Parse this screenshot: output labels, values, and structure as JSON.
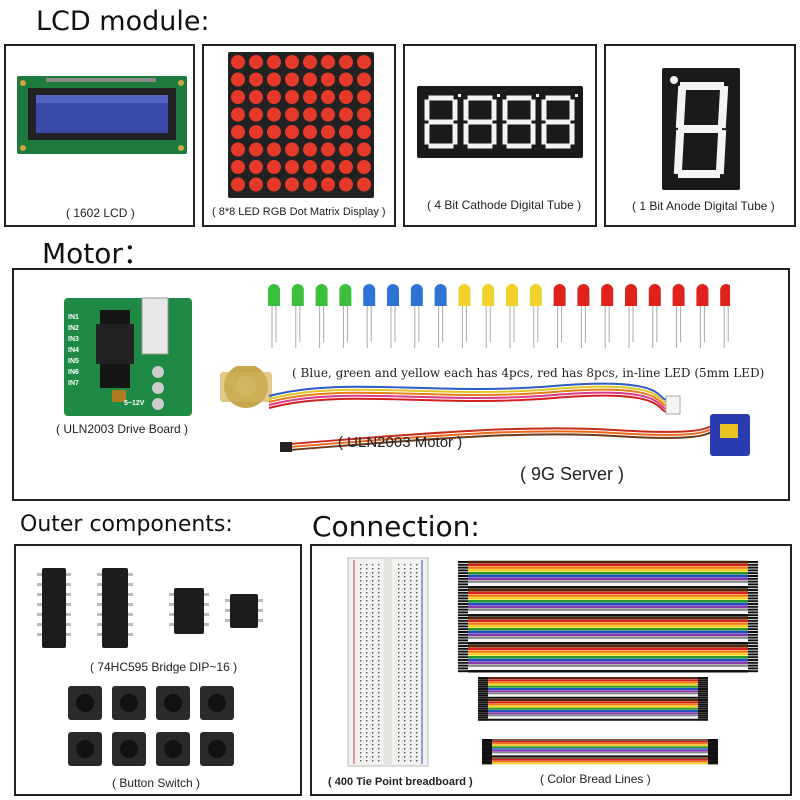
{
  "sections": {
    "lcd": {
      "heading": "LCD module:",
      "items": [
        {
          "caption": "( 1602 LCD )"
        },
        {
          "caption": "( 8*8 LED RGB Dot Matrix Display )"
        },
        {
          "caption": "( 4 Bit Cathode Digital Tube )"
        },
        {
          "caption": "( 1 Bit Anode Digital Tube )"
        }
      ]
    },
    "motor": {
      "heading": "Motor：",
      "driver_caption": "( ULN2003 Drive Board )",
      "driver_pins": [
        "IN1",
        "IN2",
        "IN3",
        "IN4",
        "IN5",
        "IN6",
        "IN7"
      ],
      "driver_voltage": "5~12V",
      "led_note": "( Blue, green and yellow each has 4pcs, red has 8pcs, in-line LED (5mm LED)",
      "motor_caption": "( ULN2003 Motor )",
      "servo_caption": "( 9G Server )",
      "led_colors": {
        "green": "#3cbf3c",
        "blue": "#2e73d6",
        "yellow": "#f2d22a",
        "red": "#e0211c"
      }
    },
    "outer": {
      "heading": "Outer components:",
      "ic_caption": "( 74HC595 Bridge DIP~16 )",
      "button_caption": "( Button Switch )"
    },
    "connection": {
      "heading": "Connection:",
      "breadboard_caption": "( 400 Tie Point breadboard )",
      "wires_caption": "( Color Bread Lines )",
      "wire_colors": [
        "#4a2a0a",
        "#d92020",
        "#f07a10",
        "#f0d020",
        "#2a9a2a",
        "#2050c0",
        "#8a3ab0",
        "#888888",
        "#f5f5f5",
        "#111111"
      ]
    }
  }
}
